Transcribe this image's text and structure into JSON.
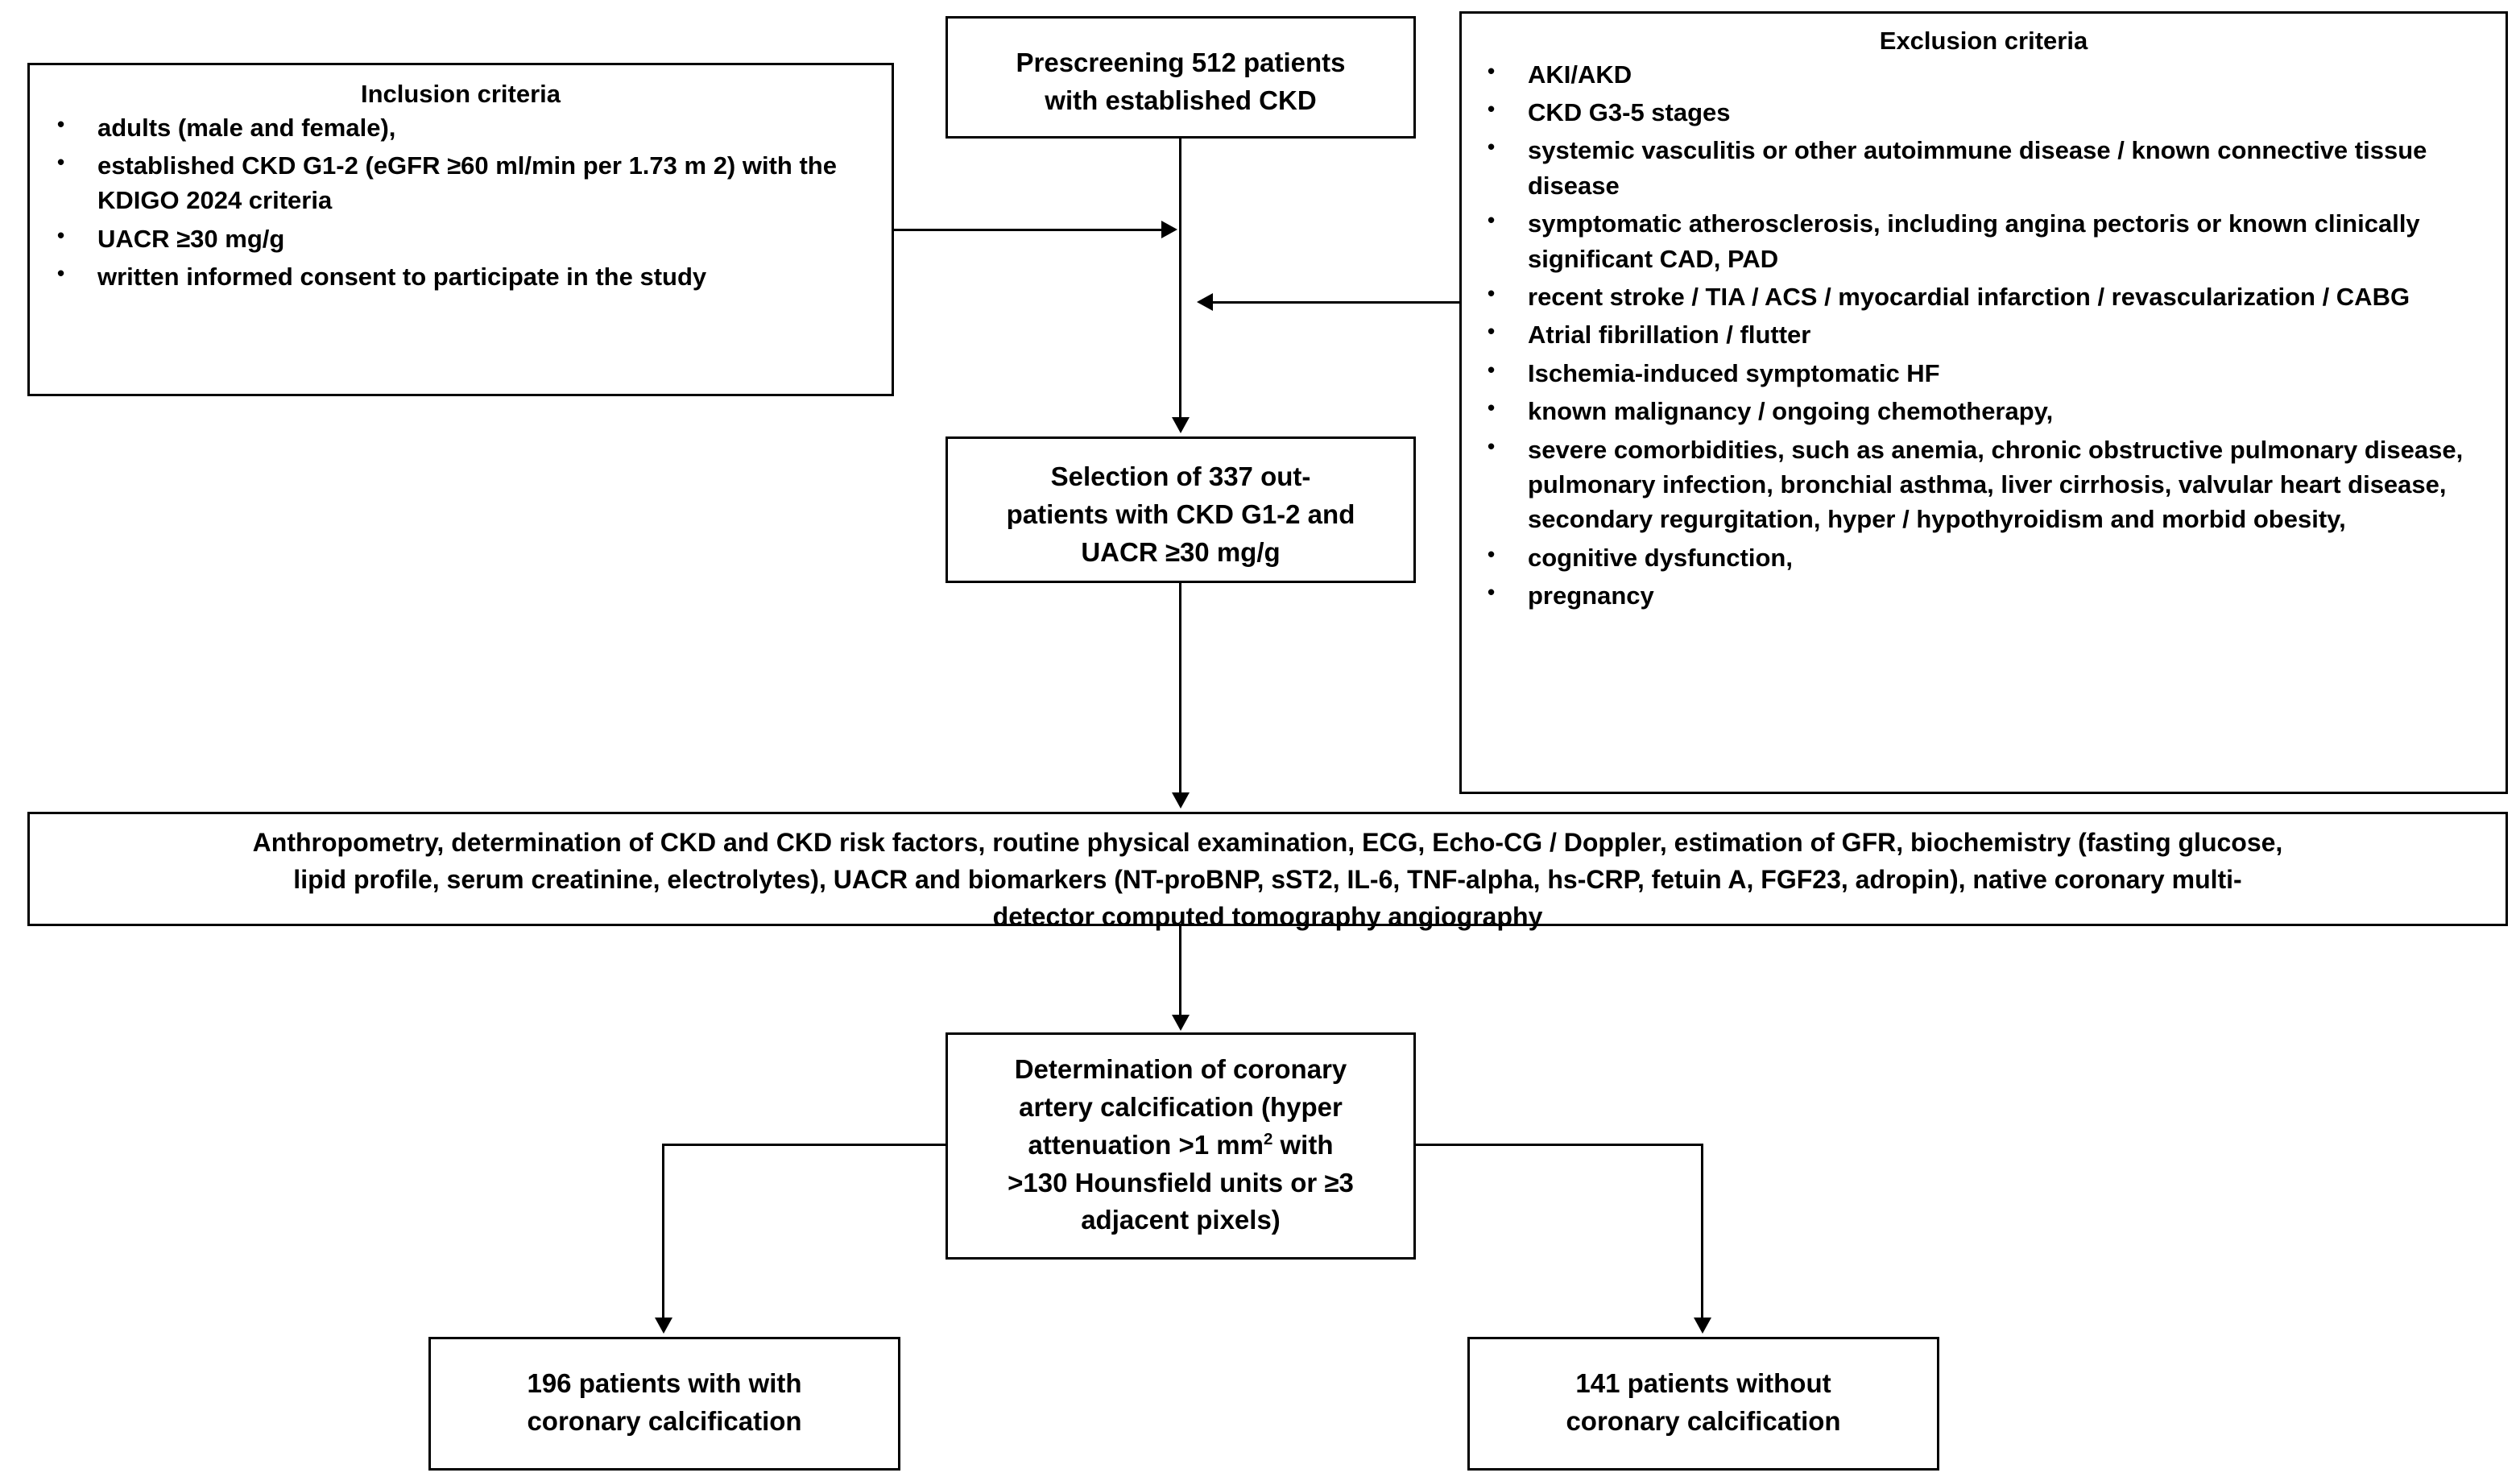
{
  "diagram": {
    "title": "Study flow diagram of CKD patients screened for coronary artery calcification",
    "inclusion": {
      "heading": "Inclusion criteria",
      "items": [
        "adults (male and female),",
        "established CKD G1-2 (eGFR ≥60 ml/min per 1.73 m 2) with the KDIGO 2024 criteria",
        "UACR ≥30 mg/g",
        "written informed consent to participate in the study"
      ]
    },
    "prescreening": {
      "line1": "Prescreening 512 patients",
      "line2": "with established CKD"
    },
    "exclusion": {
      "heading": "Exclusion criteria",
      "items": [
        "AKI/AKD",
        "CKD G3-5 stages",
        "systemic vasculitis or other autoimmune disease / known connective tissue disease",
        "symptomatic atherosclerosis, including angina pectoris or known clinically significant CAD, PAD",
        "recent stroke / TIA / ACS / myocardial infarction / revascularization / CABG",
        "Atrial fibrillation / flutter",
        "Ischemia-induced symptomatic HF",
        "known malignancy / ongoing chemotherapy,",
        "severe comorbidities, such as anemia, chronic obstructive pulmonary disease, pulmonary infection, bronchial asthma, liver cirrhosis, valvular heart disease, secondary regurgitation, hyper / hypothyroidism and morbid obesity,",
        "cognitive dysfunction,",
        "pregnancy"
      ]
    },
    "selection": {
      "line1": "Selection of 337 out-",
      "line2": "patients with CKD G1-2 and",
      "line3": "UACR ≥30 mg/g"
    },
    "assessments": {
      "line1": "Anthropometry, determination of CKD and CKD risk factors, routine physical examination, ECG, Echo-CG / Doppler, estimation of GFR, biochemistry (fasting glucose,",
      "line2": "lipid profile, serum creatinine, electrolytes), UACR and biomarkers (NT-proBNP, sST2, IL-6, TNF-alpha, hs-CRP, fetuin A, FGF23, adropin), native coronary multi-",
      "line3": "detector computed tomography angiography"
    },
    "determination": {
      "line1": "Determination of coronary",
      "line2": "artery calcification (hyper",
      "line3_before": "attenuation >1 mm",
      "line3_sup": "2",
      "line3_after": " with",
      "line4": ">130 Hounsfield units or ≥3",
      "line5": "adjacent pixels)"
    },
    "outcome_left": {
      "line1": "196 patients with with",
      "line2": "coronary calcification"
    },
    "outcome_right": {
      "line1": "141 patients without",
      "line2": "coronary calcification"
    },
    "colors": {
      "stroke": "#000000",
      "background": "#ffffff",
      "text": "#000000"
    }
  }
}
